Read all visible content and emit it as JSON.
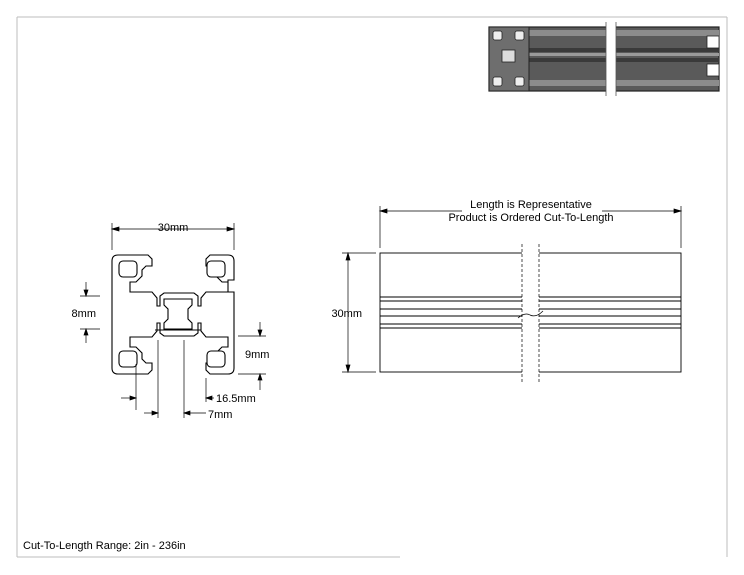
{
  "profile": {
    "width_label": "30mm",
    "slot_label": "8mm",
    "depth_label": "9mm",
    "offset_label": "16.5mm",
    "center_label": "7mm"
  },
  "side_view": {
    "note_line1": "Length is Representative",
    "note_line2": "Product is Ordered Cut-To-Length",
    "height_label": "30mm"
  },
  "footer": {
    "range_text": "Cut-To-Length Range: 2in - 236in"
  }
}
